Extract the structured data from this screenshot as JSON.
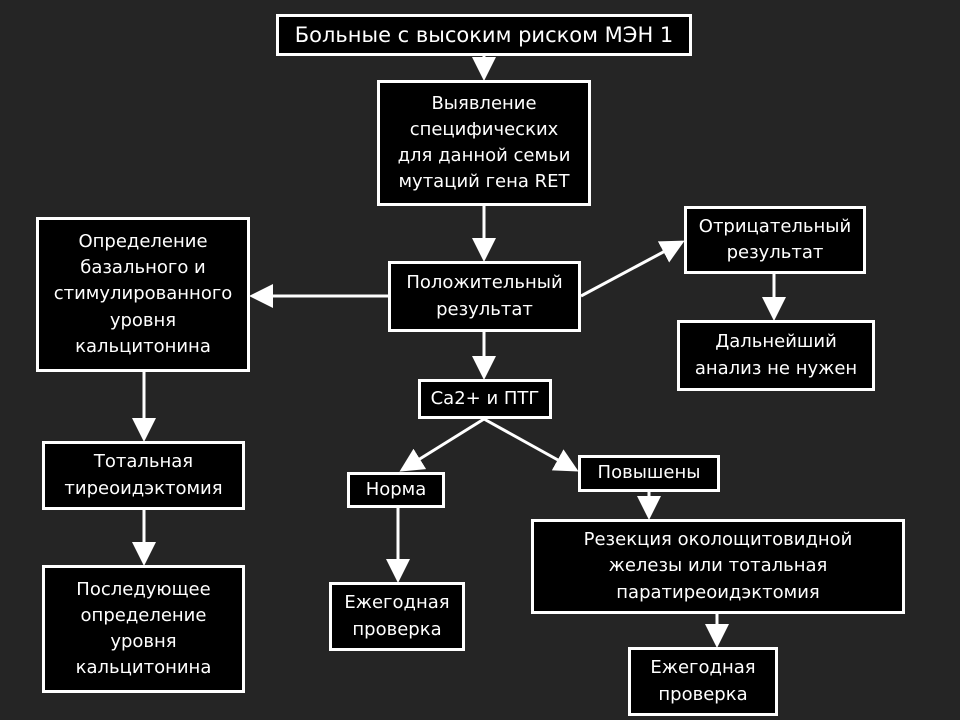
{
  "diagram": {
    "colors": {
      "background": "#252525",
      "box_fill": "#000000",
      "line": "#ffffff",
      "text": "#ffffff"
    },
    "nodes": {
      "title": "Больные с высоким риском МЭН 1",
      "detection": "Выявление\nспецифических\nдля данной семьи\nмутаций гена RET",
      "negative": "Отрицательный\nрезультат",
      "no_further": "Дальнейший\nанализ не нужен",
      "positive": "Положительный\nрезультат",
      "calcitonin": "Определение\nбазального и\nстимулированного\nуровня\nкальцитонина",
      "thyroidectomy": "Тотальная\nтиреоидэктомия",
      "followup_calcitonin": "Последующее\nопределение\nуровня\nкальцитонина",
      "ca_pth": "Ca2+ и ПТГ",
      "normal": "Норма",
      "elevated": "Повышены",
      "annual_check_1": "Ежегодная\nпроверка",
      "resection": "Резекция околощитовидной\nжелезы или тотальная\nпаратиреоидэктомия",
      "annual_check_2": "Ежегодная\nпроверка"
    }
  }
}
